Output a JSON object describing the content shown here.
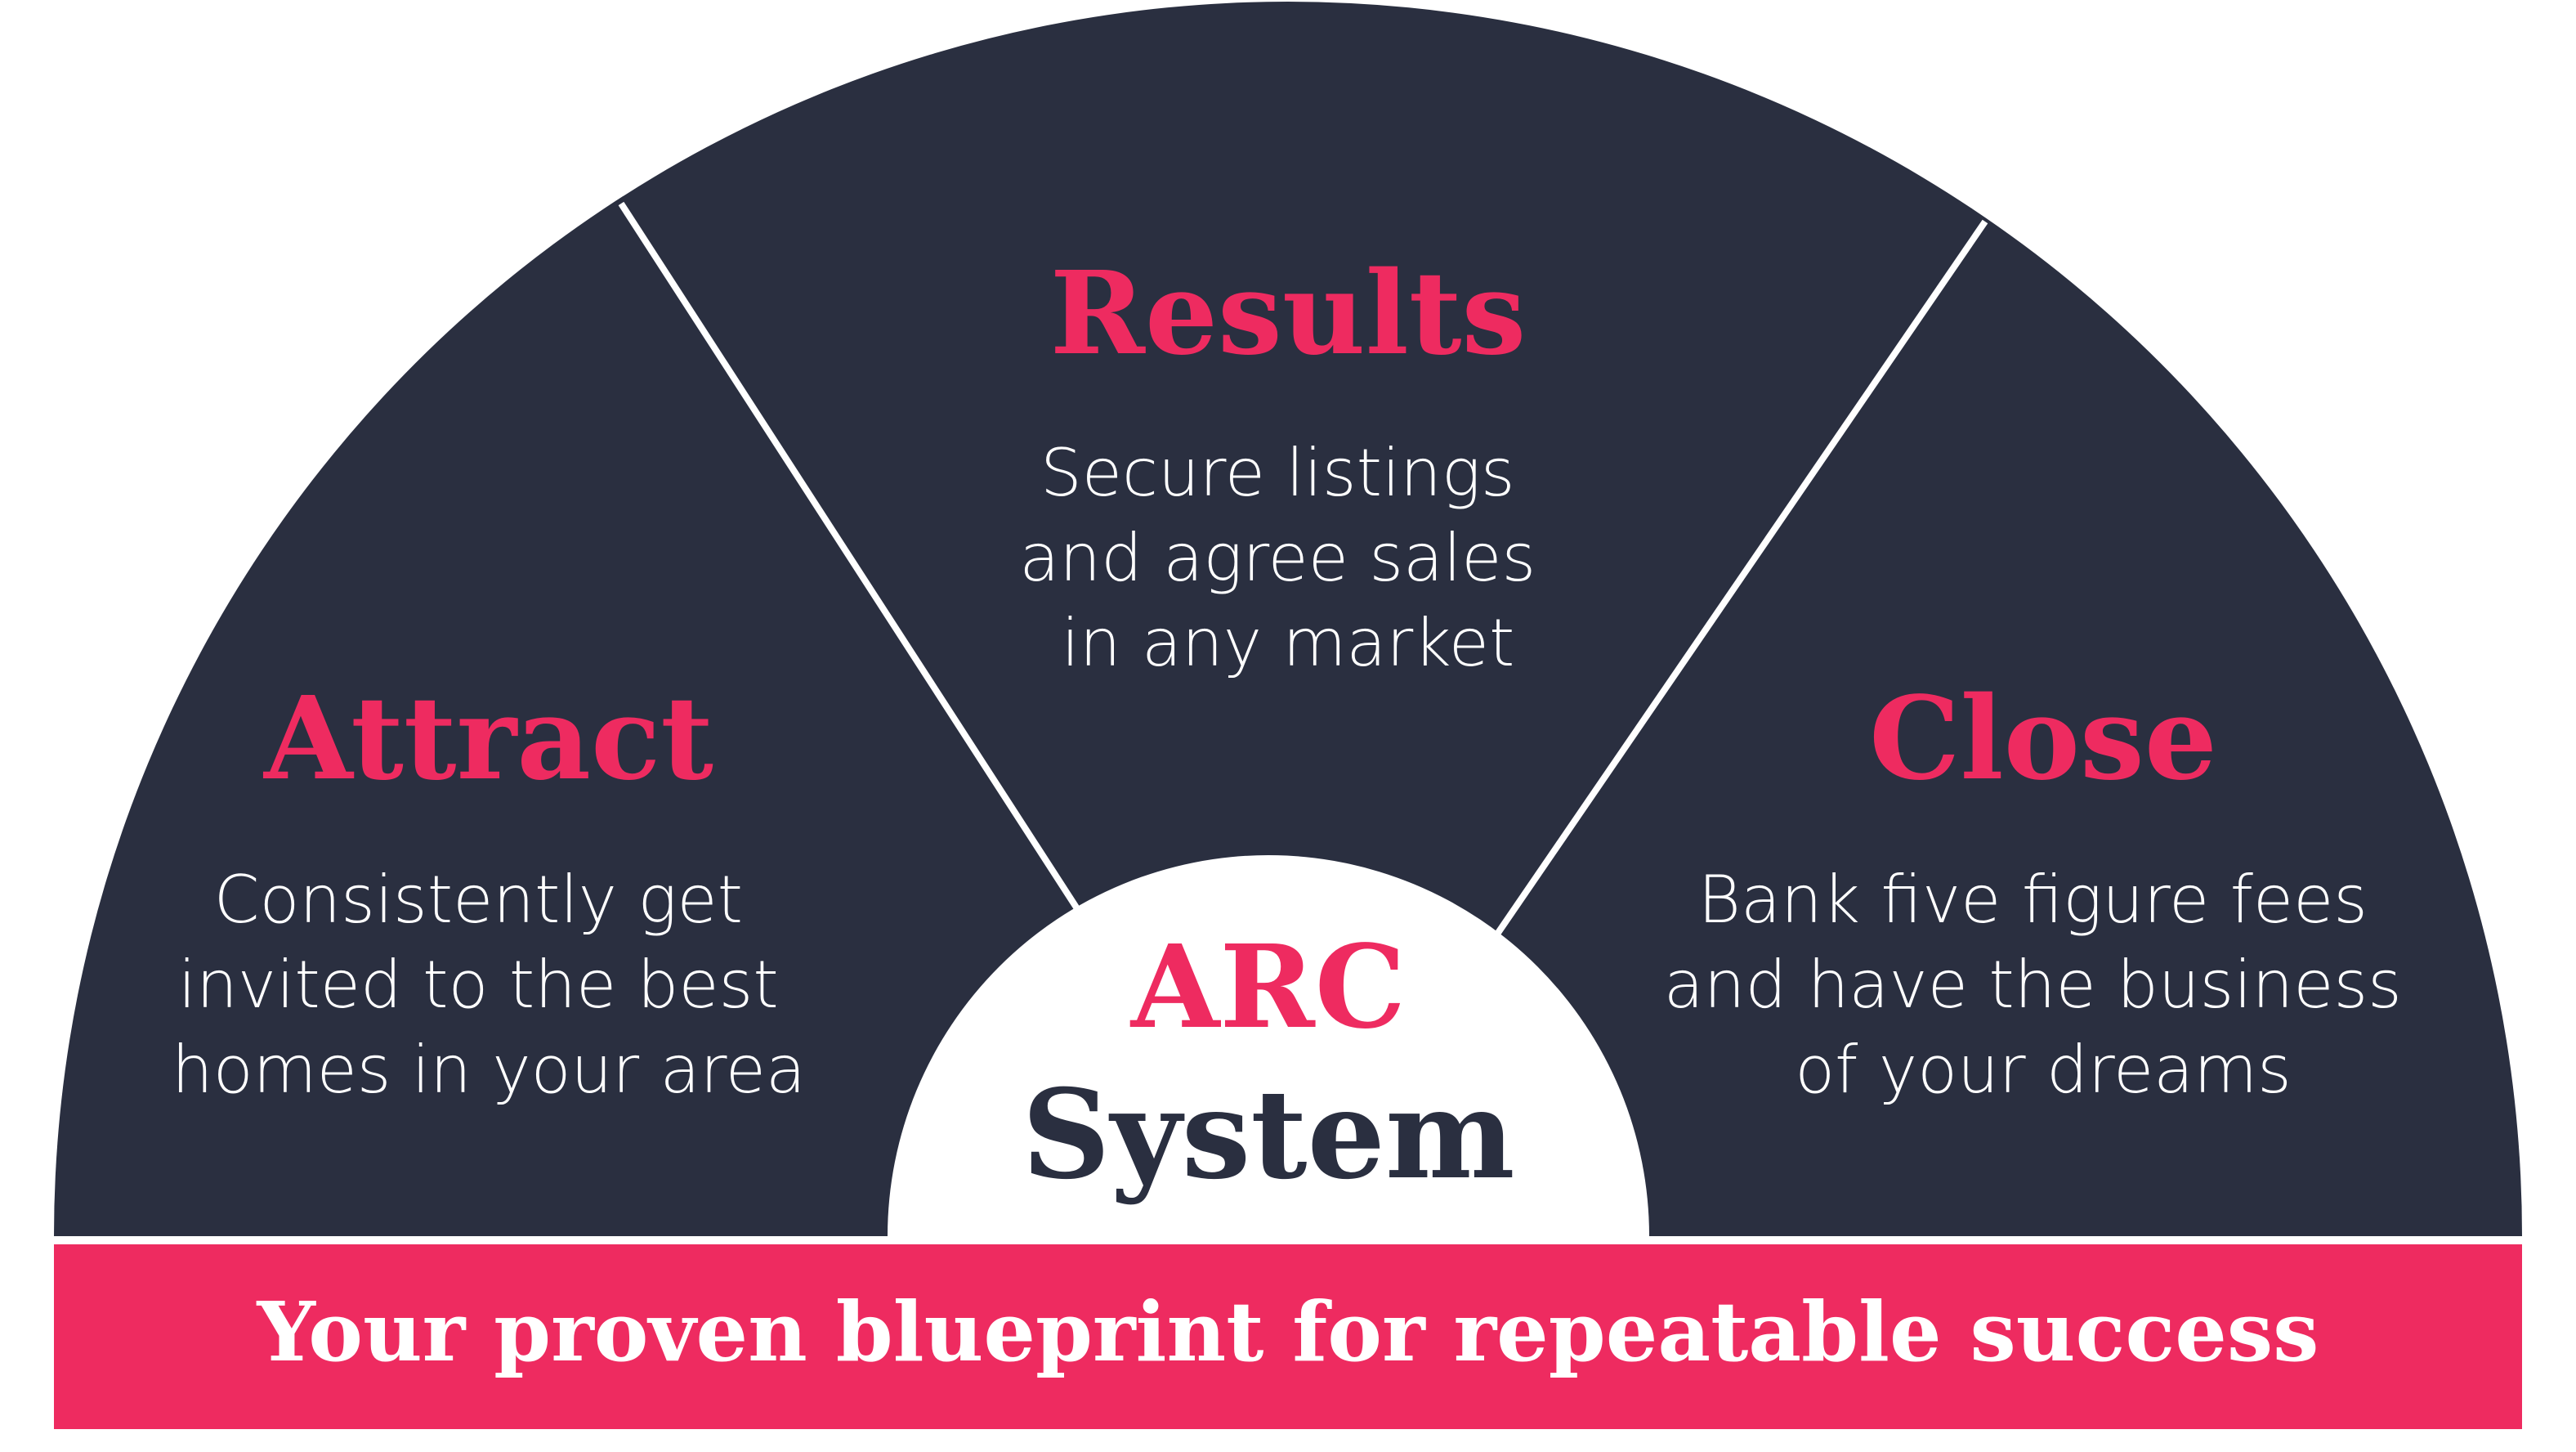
{
  "colors": {
    "dark": "#2a2f40",
    "accent": "#ee2b60",
    "white": "#ffffff"
  },
  "segments": [
    {
      "title": "Attract",
      "lines": [
        "Consistently get",
        "invited to the best",
        "homes in your area"
      ]
    },
    {
      "title": "Results",
      "lines": [
        "Secure listings",
        "and agree sales",
        "in any market"
      ]
    },
    {
      "title": "Close",
      "lines": [
        "Bank five figure fees",
        "and have the business",
        "of your dreams"
      ]
    }
  ],
  "center": {
    "line1": "ARC",
    "line2": "System"
  },
  "banner": {
    "text": "Your proven blueprint for repeatable success"
  }
}
